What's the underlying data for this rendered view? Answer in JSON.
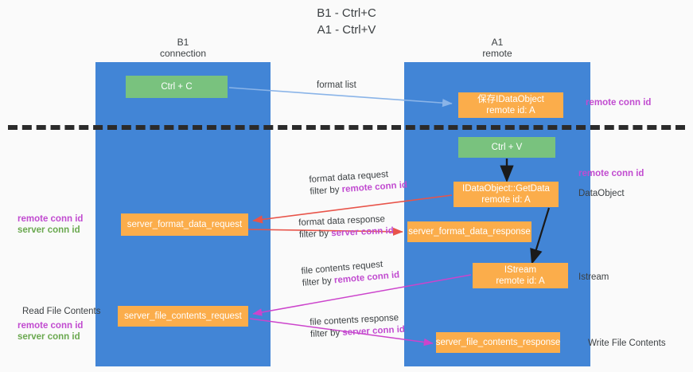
{
  "title": "B1 - Ctrl+C\nA1 - Ctrl+V",
  "columns": {
    "left": {
      "name": "B1",
      "role": "connection",
      "header": "B1\nconnection"
    },
    "right": {
      "name": "A1",
      "role": "remote",
      "header": "A1\nremote"
    }
  },
  "colors": {
    "lane": "#4285d6",
    "green_box": "#79c27e",
    "orange_box": "#fbad4b",
    "divider": "#2b2b2b",
    "purple_text": "#c14bd0",
    "green_text": "#6aa84f",
    "body_text": "#3c4043",
    "arrow_format_list": "#8ab4e8",
    "arrow_black": "#1a1a1a",
    "arrow_red": "#e8544a",
    "arrow_magenta": "#cc44cc"
  },
  "boxes": {
    "ctrl_c": "Ctrl + C",
    "save_data_object": "保存IDataObject\nremote id: A",
    "ctrl_v": "Ctrl + V",
    "get_data": "IDataObject::GetData\nremote id: A",
    "server_format_data_request": "server_format_data_request",
    "server_format_data_response": "server_format_data_response",
    "istream": "IStream\nremote id: A",
    "server_file_contents_request": "server_file_contents_request",
    "server_file_contents_response": "server_file_contents_response"
  },
  "edge_labels": {
    "format_list": "format list",
    "format_data_request": {
      "line1": "format data request",
      "filter_prefix": "filter by ",
      "filter_key": "remote conn id"
    },
    "format_data_response": {
      "line1": "format data response",
      "filter_prefix": "filter by ",
      "filter_key": "server conn id"
    },
    "file_contents_request": {
      "line1": "file contents request",
      "filter_prefix": "filter by ",
      "filter_key": "remote conn id"
    },
    "file_contents_response": {
      "line1": "file contents response",
      "filter_prefix": "filter by ",
      "filter_key": "server conn id"
    }
  },
  "side_notes": {
    "right_top_conn": "remote conn id",
    "right_mid_conn": "remote conn id",
    "right_data_object": "DataObject",
    "right_istream": "Istream",
    "right_write_file": "Write File Contents",
    "left_remote_conn": "remote conn id",
    "left_server_conn": "server conn id",
    "left_read_file": "Read File Contents",
    "left_remote_conn2": "remote conn id",
    "left_server_conn2": "server conn id"
  }
}
